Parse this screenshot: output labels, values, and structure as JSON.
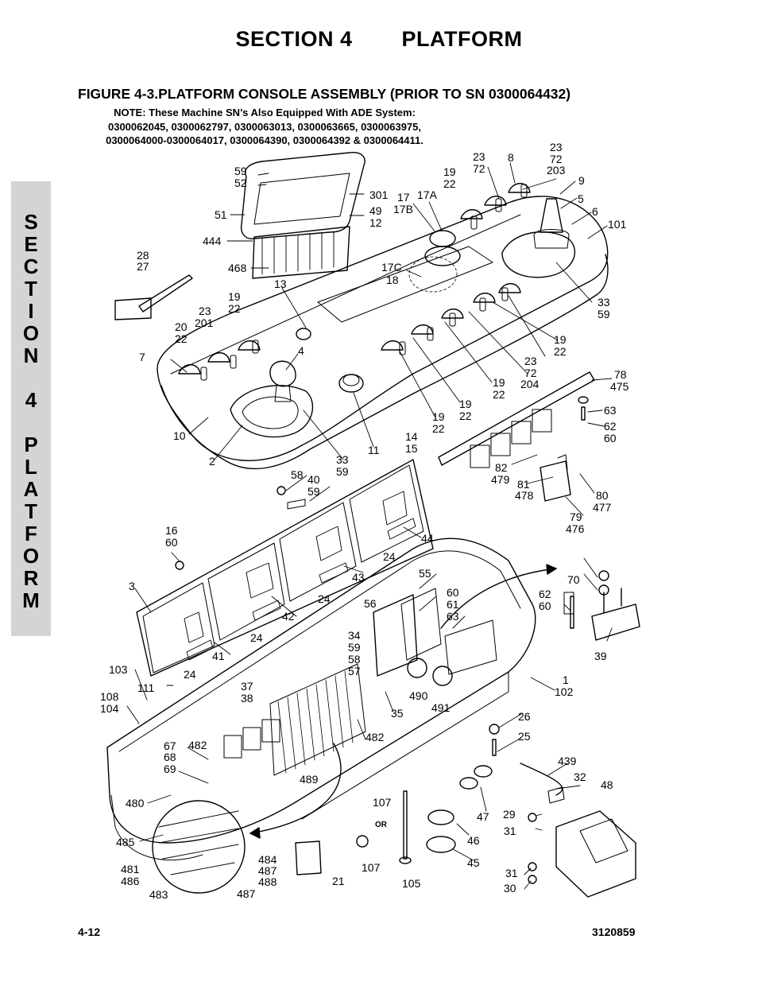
{
  "header": {
    "section": "SECTION 4",
    "title": "PLATFORM"
  },
  "figure_title": "FIGURE 4-3.PLATFORM CONSOLE ASSEMBLY (PRIOR TO SN 0300064432)",
  "note_lines": [
    "NOTE:  These Machine SN’s Also Equipped With ADE System:",
    "0300062045, 0300062797, 0300063013, 0300063665, 0300063975,",
    "0300064000-0300064017, 0300064390, 0300064392 & 0300064411."
  ],
  "side_tab_letters": [
    "S",
    "E",
    "C",
    "T",
    "I",
    "O",
    "N",
    "",
    "4",
    "",
    "P",
    "L",
    "A",
    "T",
    "F",
    "O",
    "R",
    "M"
  ],
  "callouts": [
    "59",
    "52",
    "301",
    "51",
    "49",
    "12",
    "444",
    "468",
    "28",
    "27",
    "13",
    "19",
    "22",
    "23",
    "201",
    "20",
    "7",
    "4",
    "10",
    "2",
    "33",
    "11",
    "14",
    "15",
    "17",
    "17B",
    "17A",
    "17C",
    "18",
    "8",
    "72",
    "203",
    "9",
    "5",
    "6",
    "101",
    "204",
    "78",
    "475",
    "63",
    "62",
    "60",
    "82",
    "479",
    "81",
    "478",
    "80",
    "477",
    "79",
    "476",
    "58",
    "40",
    "16",
    "3",
    "44",
    "43",
    "42",
    "41",
    "24",
    "70",
    "69",
    "55",
    "61",
    "56",
    "39",
    "34",
    "57",
    "103",
    "111",
    "108",
    "104",
    "37",
    "38",
    "482",
    "67",
    "68",
    "1",
    "102",
    "490",
    "491",
    "35",
    "26",
    "25",
    "489",
    "480",
    "485",
    "481",
    "486",
    "483",
    "484",
    "487",
    "488",
    "107",
    "OR",
    "105",
    "21",
    "46",
    "45",
    "47",
    "439",
    "32",
    "48",
    "29",
    "31",
    "30"
  ],
  "footer": {
    "page_number": "4-12",
    "document_number": "3120859"
  }
}
